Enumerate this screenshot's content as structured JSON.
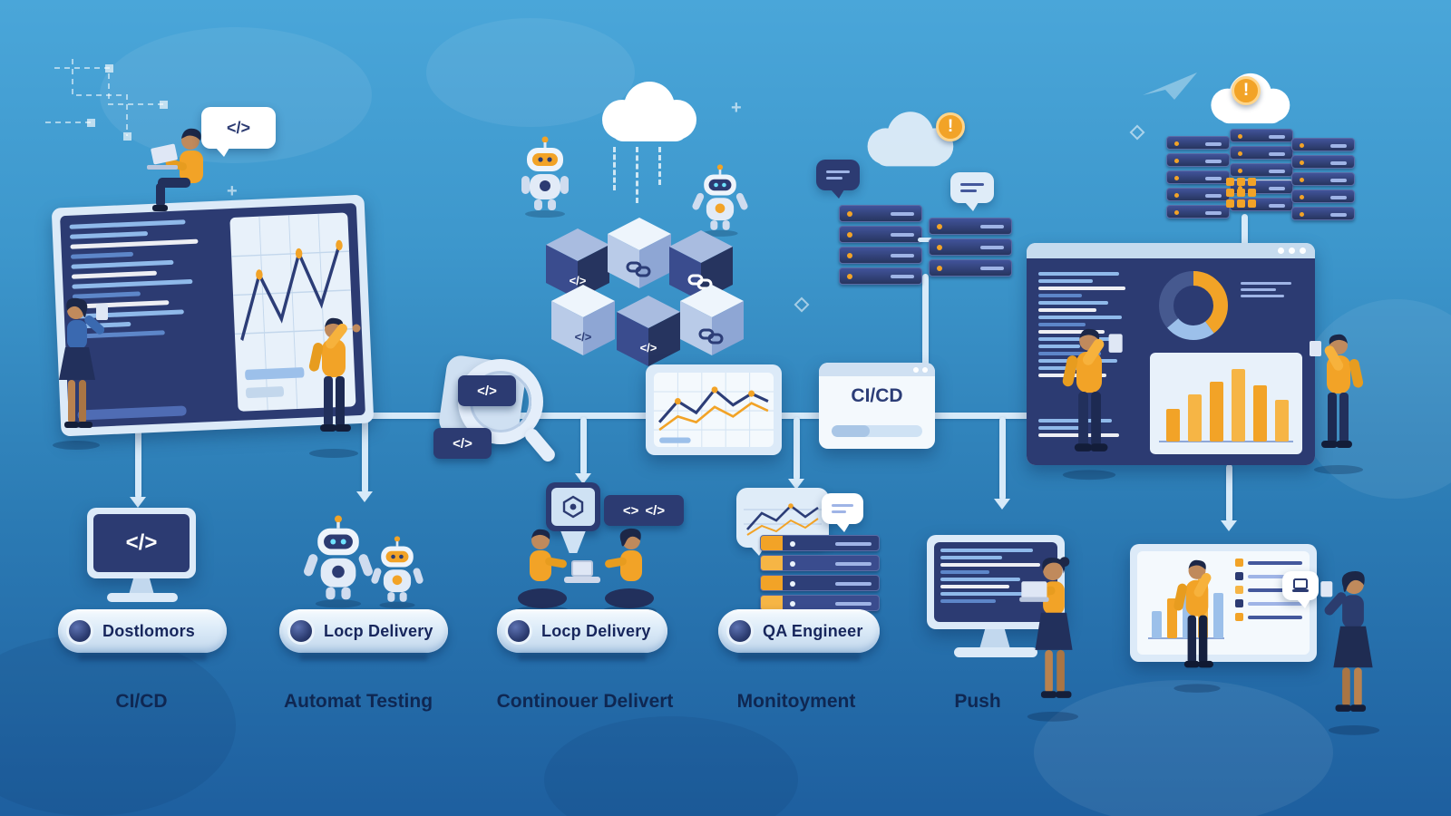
{
  "glyphs": {
    "code": "</>",
    "code_open": "<>",
    "alert": "!"
  },
  "cicd_window": {
    "title": "CI/CD"
  },
  "pipeline": {
    "stages": [
      {
        "pill": "Dostlomors",
        "caption": "CI/CD"
      },
      {
        "pill": "Locp Delivery",
        "caption": "Automat Testing"
      },
      {
        "pill": "Locp Delivery",
        "caption": "Continouer Delivert"
      },
      {
        "pill": "QA Engineer",
        "caption": "Monitoyment"
      },
      {
        "pill": "",
        "caption": "Push"
      }
    ]
  },
  "colors": {
    "background_top": "#4aa6d9",
    "background_bottom": "#1e5f9f",
    "accent_orange": "#f2a327",
    "navy": "#2c3b72",
    "panel_light": "#dceaf8",
    "caption_text": "#0f2752"
  }
}
